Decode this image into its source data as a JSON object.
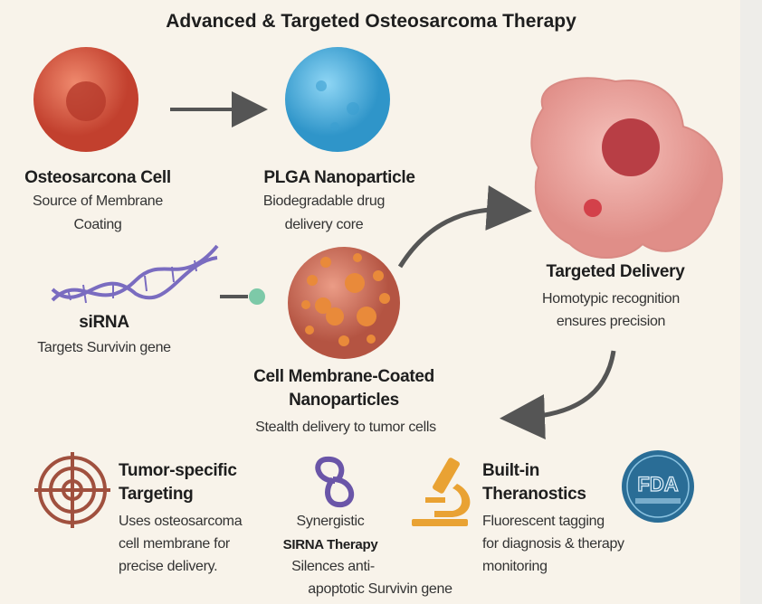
{
  "title": "Advanced & Targeted Osteosarcoma Therapy",
  "colors": {
    "background": "#f8f3ea",
    "osteosarcoma_cell": "#d9553f",
    "plga": "#4fb3e0",
    "coated_np": "#d66e55",
    "sirna": "#7a6cc0",
    "target_icon": "#a0503e",
    "microscope": "#e9a233",
    "fda_badge": "#2a6d96"
  },
  "osteosarcoma_cell": {
    "label": "Osteosarcona Cell",
    "desc": [
      "Source of Membrane",
      "Coating"
    ]
  },
  "plga": {
    "label": "PLGA Nanoparticle",
    "desc": [
      "Biodegradable drug",
      "delivery core"
    ]
  },
  "sirna": {
    "label": "siRNA",
    "desc": "Targets Survivin gene"
  },
  "coated": {
    "label": [
      "Cell Membrane-Coated",
      "Nanoparticles"
    ],
    "desc": "Stealth delivery to tumor cells"
  },
  "delivery": {
    "label": "Targeted Delivery",
    "desc": [
      "Homotypic recognition",
      "ensures precision"
    ]
  },
  "features": [
    {
      "icon": "target-icon",
      "title": [
        "Tumor-specific",
        "Targeting"
      ],
      "desc": [
        "Uses osteosarcoma",
        "cell membrane for",
        "precise delivery."
      ]
    },
    {
      "icon": "chain-link-icon",
      "desc": [
        "Synergistic",
        "SIRNA Therapy",
        "Silences anti-",
        "apoptotic Survivin gene"
      ]
    },
    {
      "icon": "microscope-icon",
      "title": [
        "Built-in",
        "Theranostics"
      ],
      "desc": [
        "Fluorescent tagging",
        "for diagnosis & therapy",
        "monitoring"
      ]
    }
  ],
  "fda_badge": {
    "text": "FDA"
  }
}
